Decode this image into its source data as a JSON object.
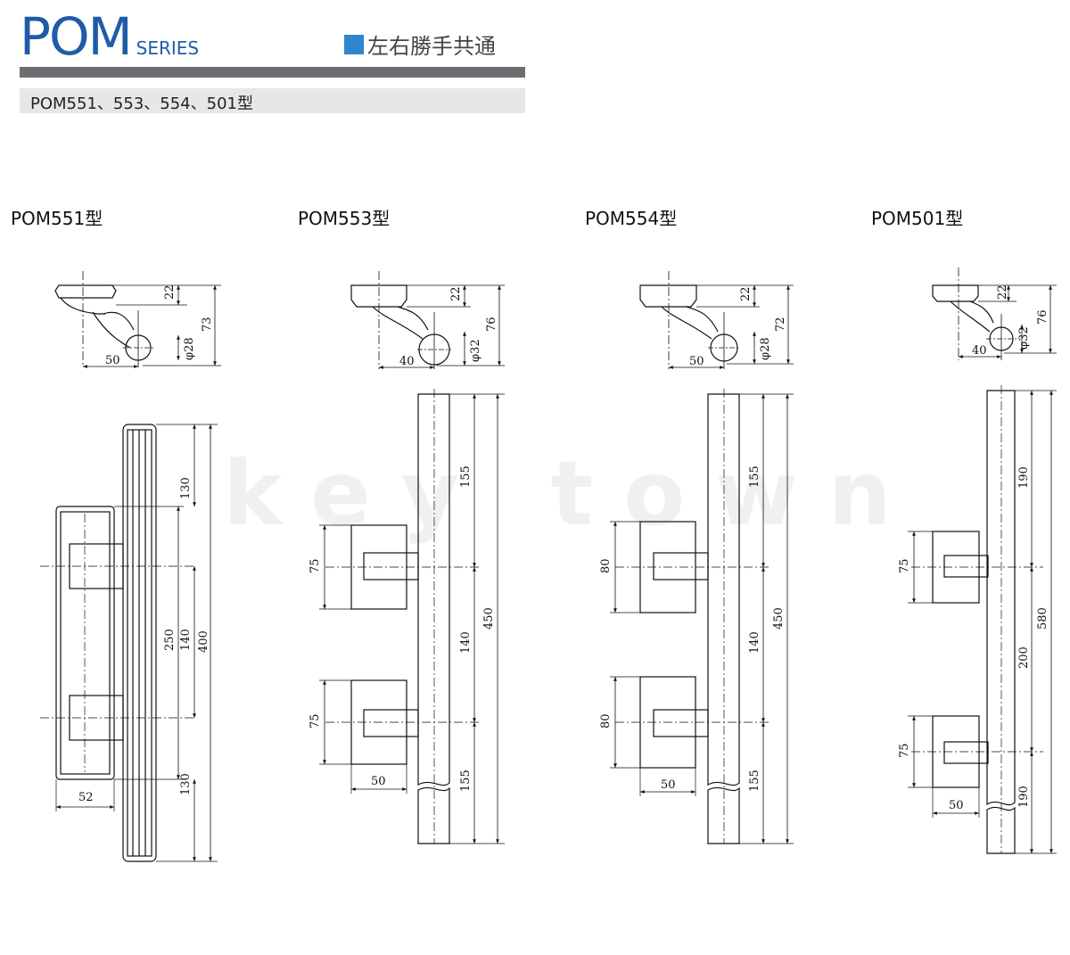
{
  "header": {
    "logo_main": "POM",
    "logo_sub": "SERIES",
    "handed_label": "左右勝手共通",
    "subtitle": "POM551、553、554、501型",
    "accent_color": "#1f5ca8",
    "square_color": "#2e86cf"
  },
  "watermark": "key town",
  "models": [
    {
      "title": "POM551型",
      "top_view": {
        "offset": "50",
        "height_total": "73",
        "height_base": "22",
        "diameter": "φ28"
      },
      "front_view": {
        "overall": "400",
        "mount_span": "250",
        "upper": "130",
        "middle": "140",
        "lower": "130",
        "base_width": "52"
      }
    },
    {
      "title": "POM553型",
      "top_view": {
        "offset": "40",
        "height_total": "76",
        "height_base": "22",
        "diameter": "φ32"
      },
      "front_view": {
        "overall": "450",
        "upper": "155",
        "middle": "140",
        "lower": "155",
        "base_height_1": "75",
        "base_height_2": "75",
        "base_width": "50"
      }
    },
    {
      "title": "POM554型",
      "top_view": {
        "offset": "50",
        "height_total": "72",
        "height_base": "22",
        "diameter": "φ28"
      },
      "front_view": {
        "overall": "450",
        "upper": "155",
        "middle": "140",
        "lower": "155",
        "base_height_1": "80",
        "base_height_2": "80",
        "base_width": "50"
      }
    },
    {
      "title": "POM501型",
      "top_view": {
        "offset": "40",
        "height_total": "76",
        "height_base": "22",
        "diameter": "φ32"
      },
      "front_view": {
        "overall": "580",
        "upper": "190",
        "middle": "200",
        "lower": "190",
        "base_height_1": "75",
        "base_height_2": "75",
        "base_width": "50"
      }
    }
  ]
}
